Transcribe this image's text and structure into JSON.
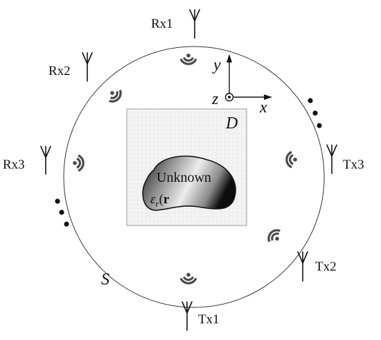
{
  "antennas": {
    "rx1": "Rx1",
    "rx2": "Rx2",
    "rx3": "Rx3",
    "tx1": "Tx1",
    "tx2": "Tx2",
    "tx3": "Tx3"
  },
  "region_labels": {
    "domain": "D",
    "surface": "S"
  },
  "axes": {
    "x": "x",
    "y": "y",
    "z": "z"
  },
  "scatterer": {
    "label": "Unknown",
    "permittivity_symbol": "ε",
    "permittivity_sub": "r",
    "permittivity_arg_open": "(",
    "permittivity_arg": "r",
    "permittivity_arg_close": ")"
  },
  "icons": {
    "antenna": "antenna-icon",
    "wave": "wireless-wave-icon",
    "ellipsis": "ellipsis-dots-icon"
  },
  "colors": {
    "line": "#111111",
    "domain_fill": "#f2f2f2",
    "grid": "#d6d6d6",
    "wave": "#4a4a4a"
  }
}
